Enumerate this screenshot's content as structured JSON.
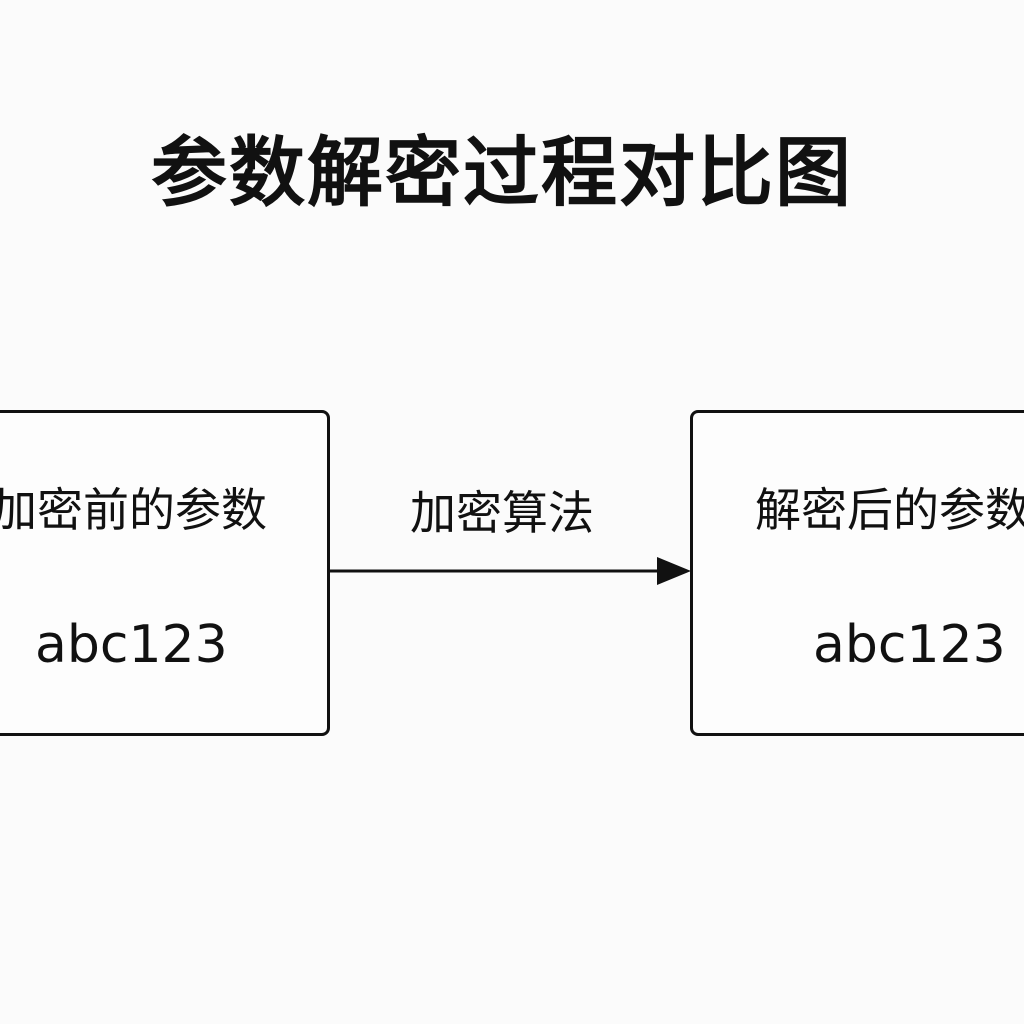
{
  "title": "参数解密过程对比图",
  "nodes": {
    "source": {
      "label": "加密前的参数",
      "value": "abc123"
    },
    "target": {
      "label": "解密后的参数",
      "value": "abc123"
    }
  },
  "edge": {
    "label": "加密算法"
  },
  "colors": {
    "background": "#fbfbfb",
    "stroke": "#111111"
  }
}
